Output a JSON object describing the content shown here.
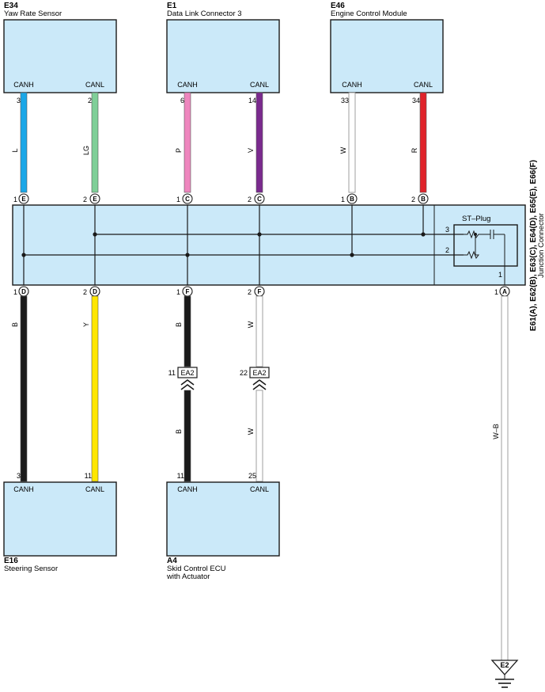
{
  "components": {
    "yaw": {
      "code": "E34",
      "name": "Yaw Rate Sensor",
      "pins": [
        "CANH",
        "CANL"
      ],
      "pin_nums": [
        "3",
        "2"
      ]
    },
    "dlc": {
      "code": "E1",
      "name": "Data Link Connector 3",
      "pins": [
        "CANH",
        "CANL"
      ],
      "pin_nums": [
        "6",
        "14"
      ]
    },
    "ecm": {
      "code": "E46",
      "name": "Engine Control Module",
      "pins": [
        "CANH",
        "CANL"
      ],
      "pin_nums": [
        "33",
        "34"
      ]
    },
    "steer": {
      "code": "E16",
      "name": "Steering Sensor",
      "pins": [
        "CANH",
        "CANL"
      ],
      "pin_nums": [
        "3",
        "11"
      ]
    },
    "skid": {
      "code": "A4",
      "name_line1": "Skid Control ECU",
      "name_line2": "with Actuator",
      "pins": [
        "CANH",
        "CANL"
      ],
      "pin_nums": [
        "11",
        "25"
      ]
    }
  },
  "junction": {
    "codes": "E61(A), E62(B), E63(C), E64(D), E65(E), E66(F)",
    "name": "Junction Connector",
    "st_plug": "ST–Plug",
    "st_pins": [
      "3",
      "2",
      "1"
    ],
    "top_pins": [
      {
        "num": "1",
        "letter": "E"
      },
      {
        "num": "2",
        "letter": "E"
      },
      {
        "num": "1",
        "letter": "C"
      },
      {
        "num": "2",
        "letter": "C"
      },
      {
        "num": "1",
        "letter": "B"
      },
      {
        "num": "2",
        "letter": "B"
      }
    ],
    "bottom_pins": [
      {
        "num": "1",
        "letter": "D"
      },
      {
        "num": "2",
        "letter": "D"
      },
      {
        "num": "1",
        "letter": "F"
      },
      {
        "num": "2",
        "letter": "F"
      },
      {
        "num": "1",
        "letter": "A"
      }
    ]
  },
  "wires": {
    "top": [
      {
        "code": "L",
        "color": "#1aa7e8"
      },
      {
        "code": "LG",
        "color": "#7fcf98"
      },
      {
        "code": "P",
        "color": "#ee86be"
      },
      {
        "code": "V",
        "color": "#7a2a8e"
      },
      {
        "code": "W",
        "color": "#ffffff"
      },
      {
        "code": "R",
        "color": "#e0232b"
      }
    ],
    "bottom": [
      {
        "code": "B",
        "color": "#1a1a1a"
      },
      {
        "code": "Y",
        "color": "#ffe600"
      },
      {
        "code": "B",
        "color": "#1a1a1a"
      },
      {
        "code": "W",
        "color": "#ffffff"
      }
    ],
    "bottom_lower": [
      {
        "code": "B",
        "color": "#1a1a1a"
      },
      {
        "code": "W",
        "color": "#ffffff"
      }
    ],
    "ground_wire": {
      "code": "W–B",
      "color": "#ffffff"
    }
  },
  "connectors": [
    {
      "label": "EA2",
      "pin": "11"
    },
    {
      "label": "EA2",
      "pin": "22"
    }
  ],
  "ground": {
    "label": "E2"
  }
}
